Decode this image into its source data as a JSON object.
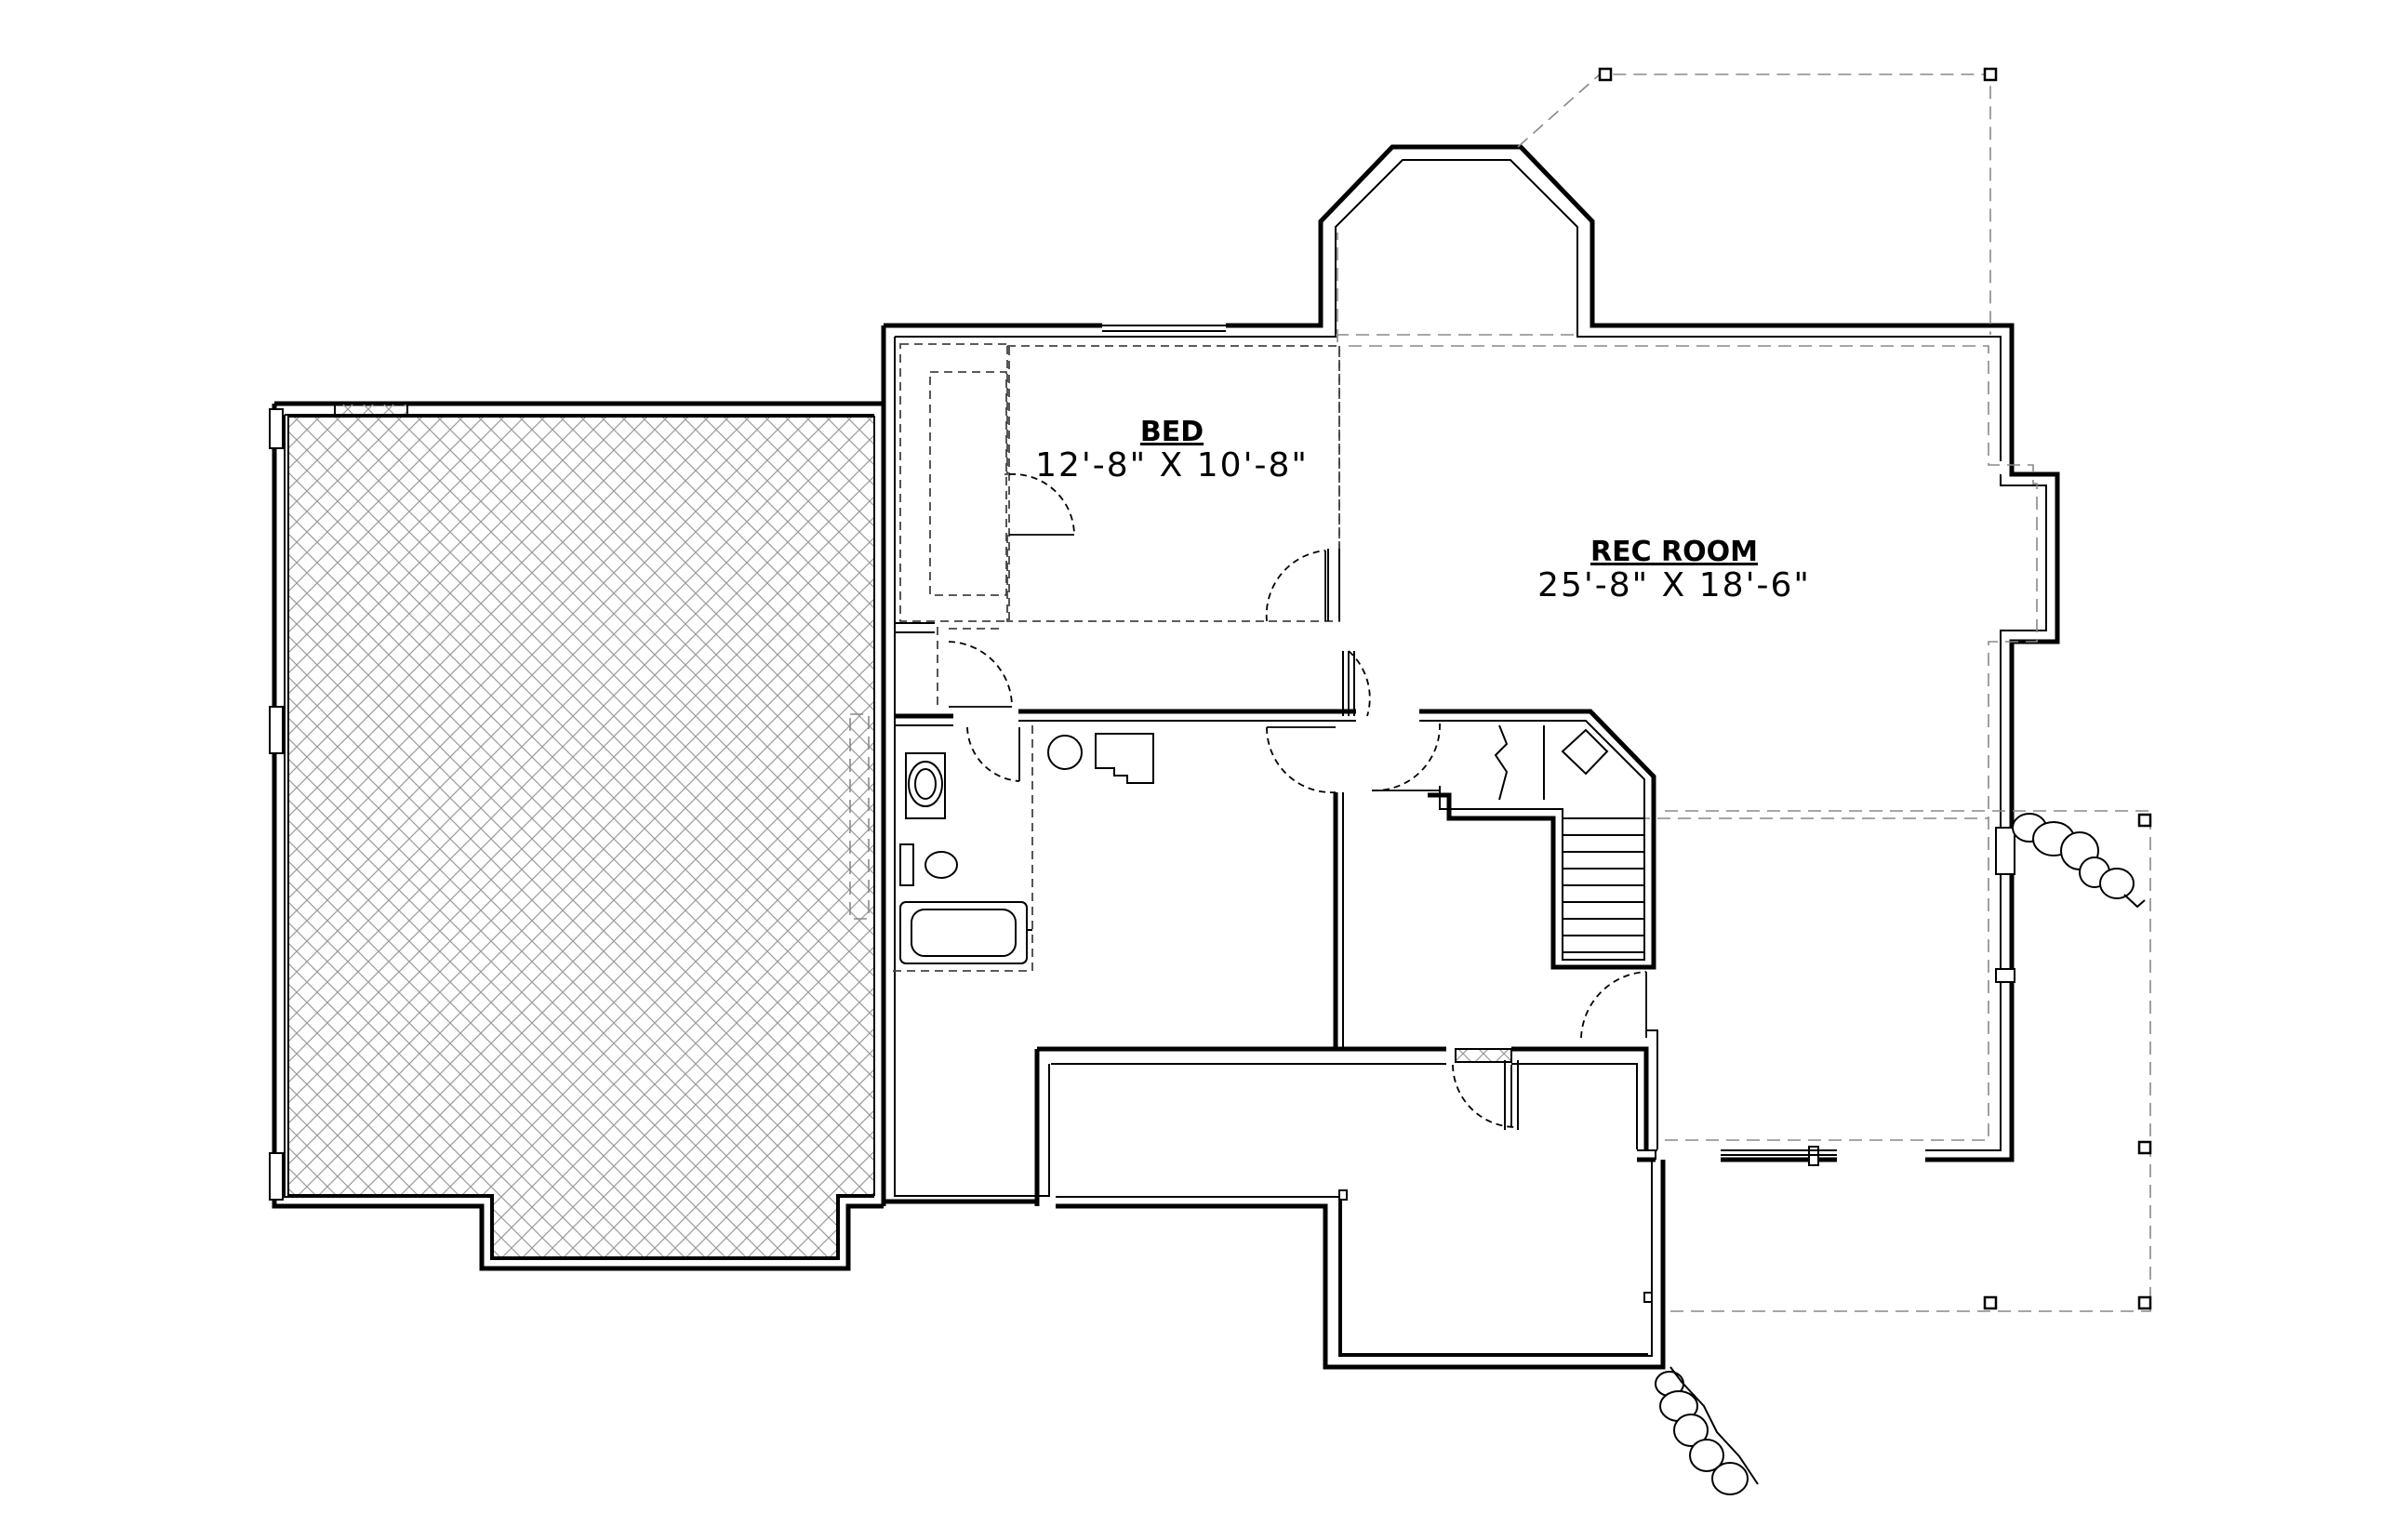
{
  "rooms": {
    "bed": {
      "name": "BED",
      "dimensions": "12'-8\" X 10'-8\""
    },
    "rec_room": {
      "name": "REC ROOM",
      "dimensions": "25'-8\" X 18'-6\""
    }
  },
  "colors": {
    "wall": "#000000",
    "hatch": "#9a9a9a",
    "background": "#ffffff",
    "dashed_outline": "#888888"
  }
}
